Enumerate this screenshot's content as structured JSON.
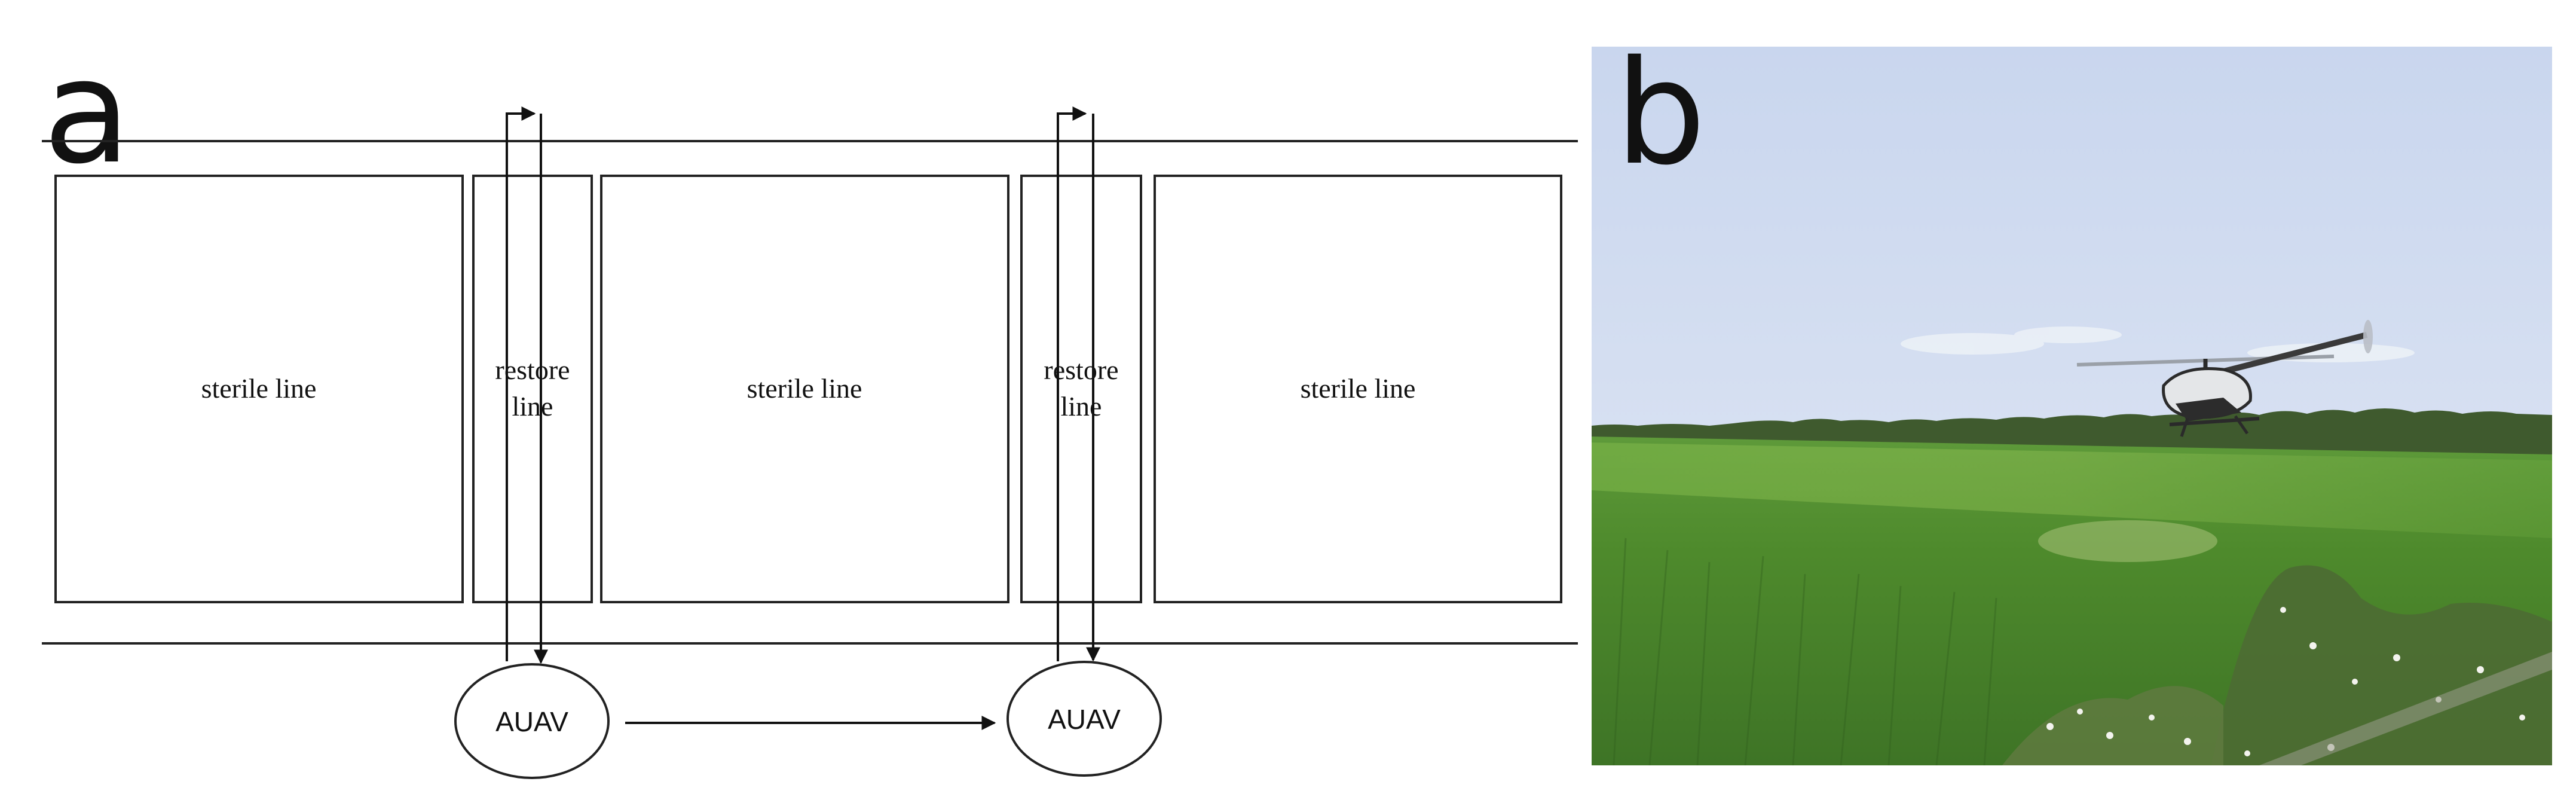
{
  "panel_a": {
    "letter": "a",
    "zones": [
      {
        "label": "sterile line"
      },
      {
        "label": [
          "restore",
          "line"
        ]
      },
      {
        "label": "sterile line"
      },
      {
        "label": [
          "restore",
          "line"
        ]
      },
      {
        "label": "sterile line"
      }
    ],
    "auav_label": "AUAV"
  },
  "panel_b": {
    "letter": "b"
  }
}
